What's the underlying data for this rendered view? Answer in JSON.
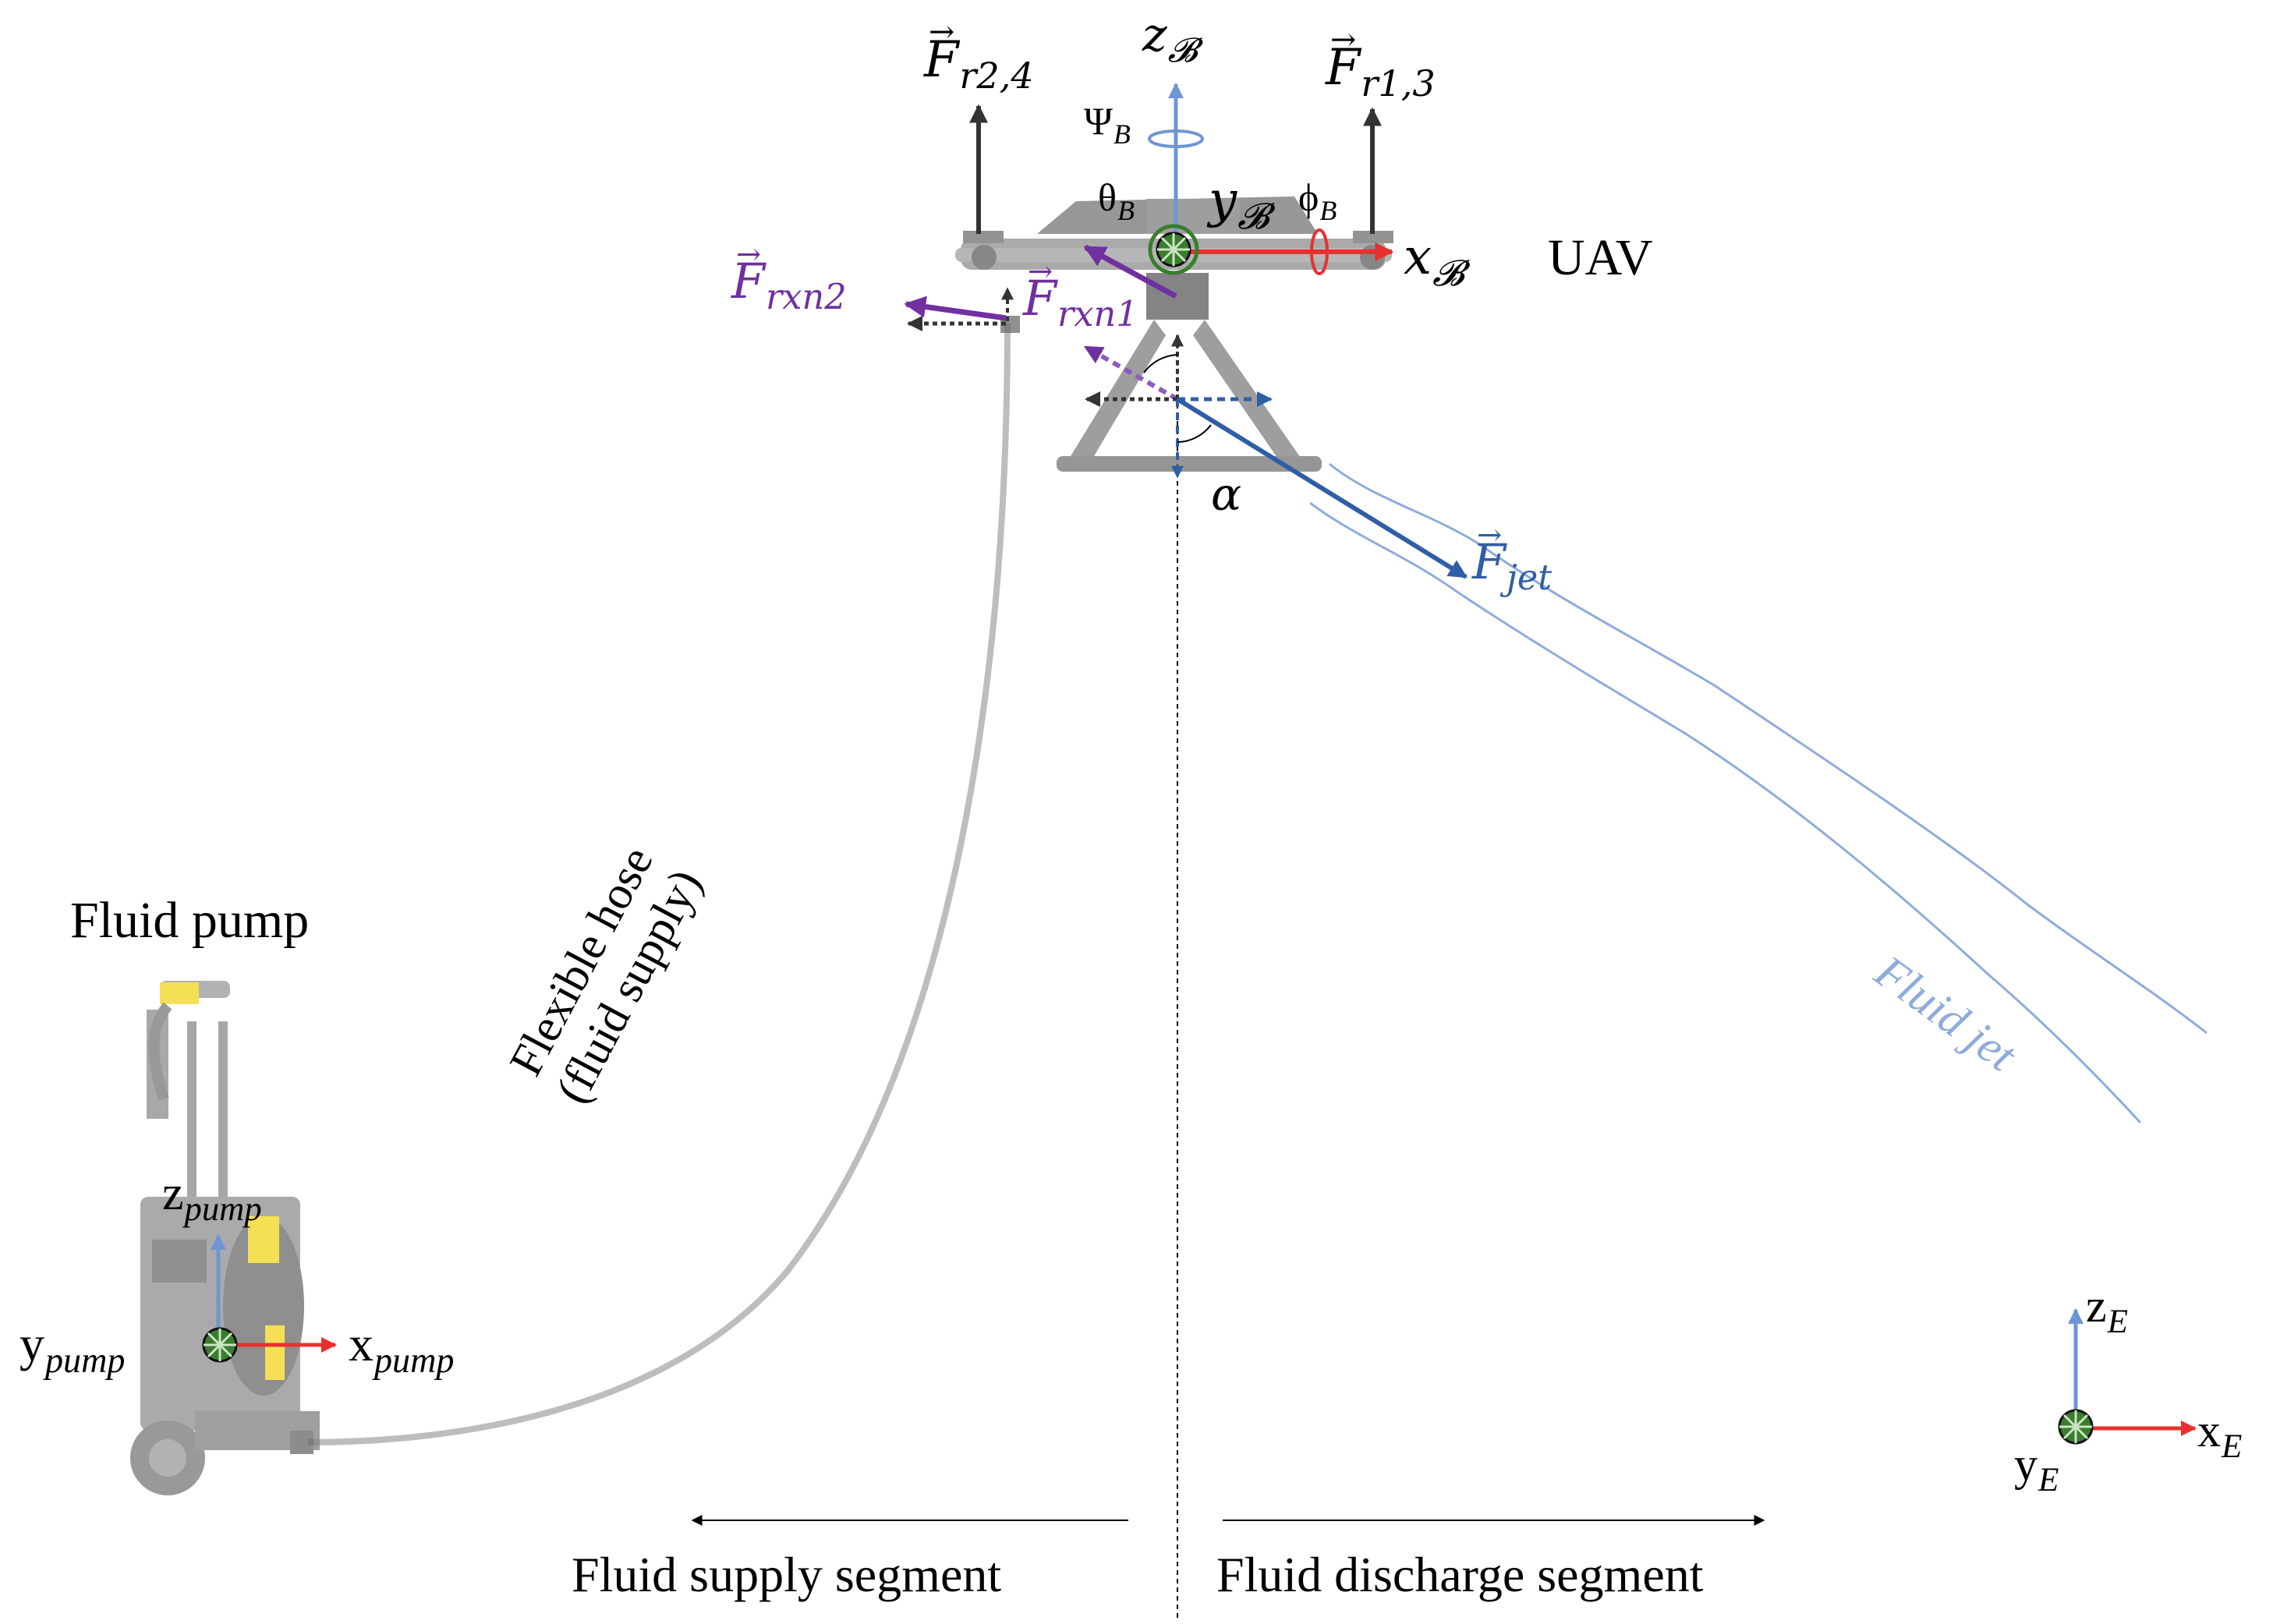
{
  "labels": {
    "uav": "UAV",
    "fluid_pump": "Fluid pump",
    "hose_line1": "Flexible hose",
    "hose_line2": "(fluid supply)",
    "fluid_jet": "Fluid jet",
    "supply_segment": "Fluid supply segment",
    "discharge_segment": "Fluid discharge segment",
    "alpha": "α"
  },
  "forces": {
    "F_r24": {
      "symbol": "F",
      "sub": "r2,4"
    },
    "F_r13": {
      "symbol": "F",
      "sub": "r1,3"
    },
    "F_rxn2": {
      "symbol": "F",
      "sub": "rxn2"
    },
    "F_rxn1": {
      "symbol": "F",
      "sub": "rxn1"
    },
    "F_jet": {
      "symbol": "F",
      "sub": "jet"
    }
  },
  "body_frame": {
    "z": {
      "symbol": "z",
      "sub": "𝓑"
    },
    "y": {
      "symbol": "y",
      "sub": "𝓑"
    },
    "x": {
      "symbol": "x",
      "sub": "𝓑"
    },
    "psi": {
      "symbol": "Ψ",
      "sub": "B"
    },
    "theta": {
      "symbol": "θ",
      "sub": "B"
    },
    "phi": {
      "symbol": "ϕ",
      "sub": "B"
    }
  },
  "pump_frame": {
    "z": {
      "symbol": "z",
      "sub": "pump"
    },
    "y": {
      "symbol": "y",
      "sub": "pump"
    },
    "x": {
      "symbol": "x",
      "sub": "pump"
    }
  },
  "earth_frame": {
    "z": {
      "symbol": "z",
      "sub": "E"
    },
    "y": {
      "symbol": "y",
      "sub": "E"
    },
    "x": {
      "symbol": "x",
      "sub": "E"
    }
  },
  "colors": {
    "x_axis": "#e8312f",
    "y_axis_fill": "#3a7d2c",
    "z_axis": "#6f95d4",
    "reaction": "#7030a0",
    "jet_force": "#2f5ea6",
    "fluid_jet": "#8fabdc",
    "hose": "#bdbdbd",
    "black_arrow": "#333333",
    "pump_accent": "#f2d51b"
  }
}
